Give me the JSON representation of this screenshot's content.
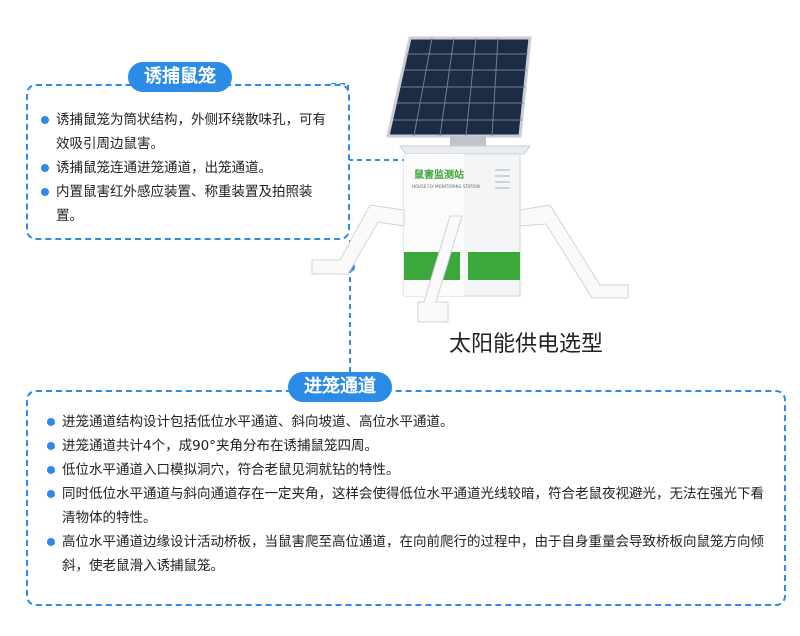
{
  "top_panel": {
    "title": "诱捕鼠笼",
    "items": [
      "诱捕鼠笼为筒状结构，外侧环绕散味孔，可有效吸引周边鼠害。",
      "诱捕鼠笼连通进笼通道，出笼通道。",
      "内置鼠害红外感应装置、称重装置及拍照装置。"
    ]
  },
  "device": {
    "label_main": "鼠害监测站",
    "label_sub": "HOUSE FLY MONITORING STATION",
    "accent_green": "#3aa83a"
  },
  "caption": "太阳能供电选型",
  "bottom_panel": {
    "title": "进笼通道",
    "items": [
      "进笼通道结构设计包括低位水平通道、斜向坡道、高位水平通道。",
      "进笼通道共计4个，成90°夹角分布在诱捕鼠笼四周。",
      "低位水平通道入口模拟洞穴，符合老鼠见洞就钻的特性。",
      "同时低位水平通道与斜向通道存在一定夹角，这样会使得低位水平通道光线较暗，符合老鼠夜视避光，无法在强光下看清物体的特性。",
      "高位水平通道边缘设计活动桥板，当鼠害爬至高位通道，在向前爬行的过程中，由于自身重量会导致桥板向鼠笼方向倾斜，使老鼠滑入诱捕鼠笼。"
    ]
  },
  "accent_color": "#2b8be6"
}
